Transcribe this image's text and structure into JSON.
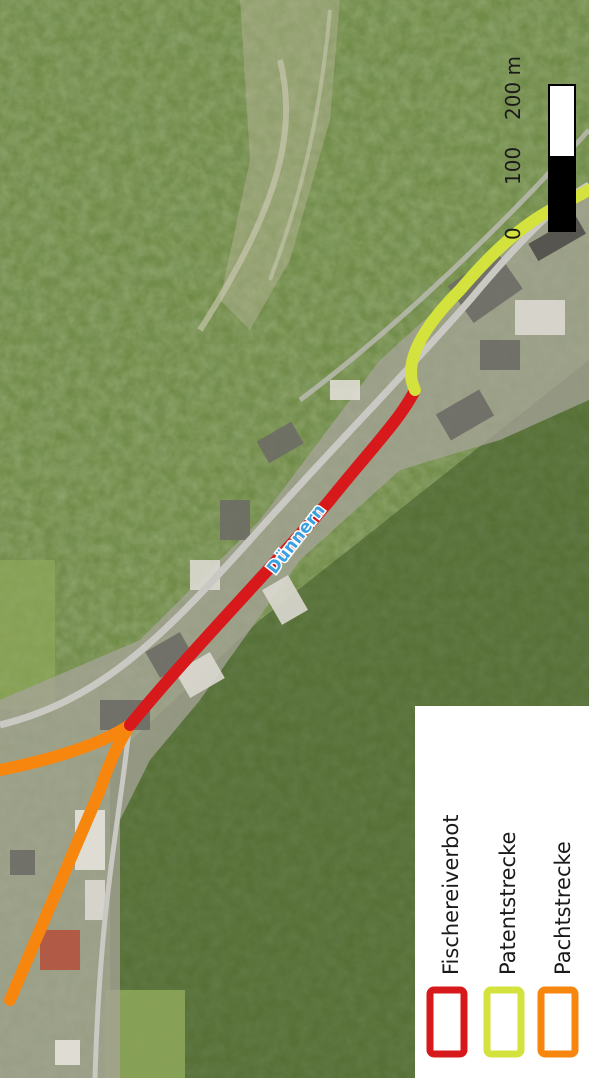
{
  "map": {
    "river_label": "Dünnern",
    "colors": {
      "vegetation": "#6f8a45",
      "vegetation_dark": "#3f5a28",
      "settlement": "#a7a49a",
      "road": "#b9b9b3",
      "river_label_fill": "#3aa0e0"
    }
  },
  "scale_bar": {
    "ticks": [
      "0",
      "100",
      "200 m"
    ]
  },
  "legend": {
    "items": [
      {
        "label": "Fischereiverbot",
        "color": "#d7191c"
      },
      {
        "label": "Patentstrecke",
        "color": "#d3e23c"
      },
      {
        "label": "Pachtstrecke",
        "color": "#f7860f"
      }
    ]
  }
}
